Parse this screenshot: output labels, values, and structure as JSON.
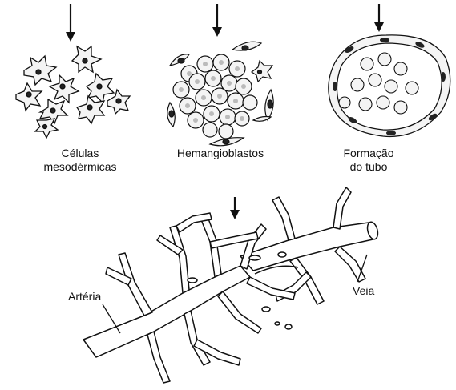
{
  "stages": [
    {
      "label_lines": [
        "Células",
        "mesodérmicas"
      ]
    },
    {
      "label_lines": [
        "Hemangioblastos"
      ]
    },
    {
      "label_lines": [
        "Formação",
        "do tubo"
      ]
    }
  ],
  "network": {
    "artery_label": "Artéria",
    "vein_label": "Veia"
  },
  "colors": {
    "ink": "#111111",
    "cell_fill": "#f4f4f4",
    "nucleus": "#222222",
    "background": "#ffffff"
  }
}
